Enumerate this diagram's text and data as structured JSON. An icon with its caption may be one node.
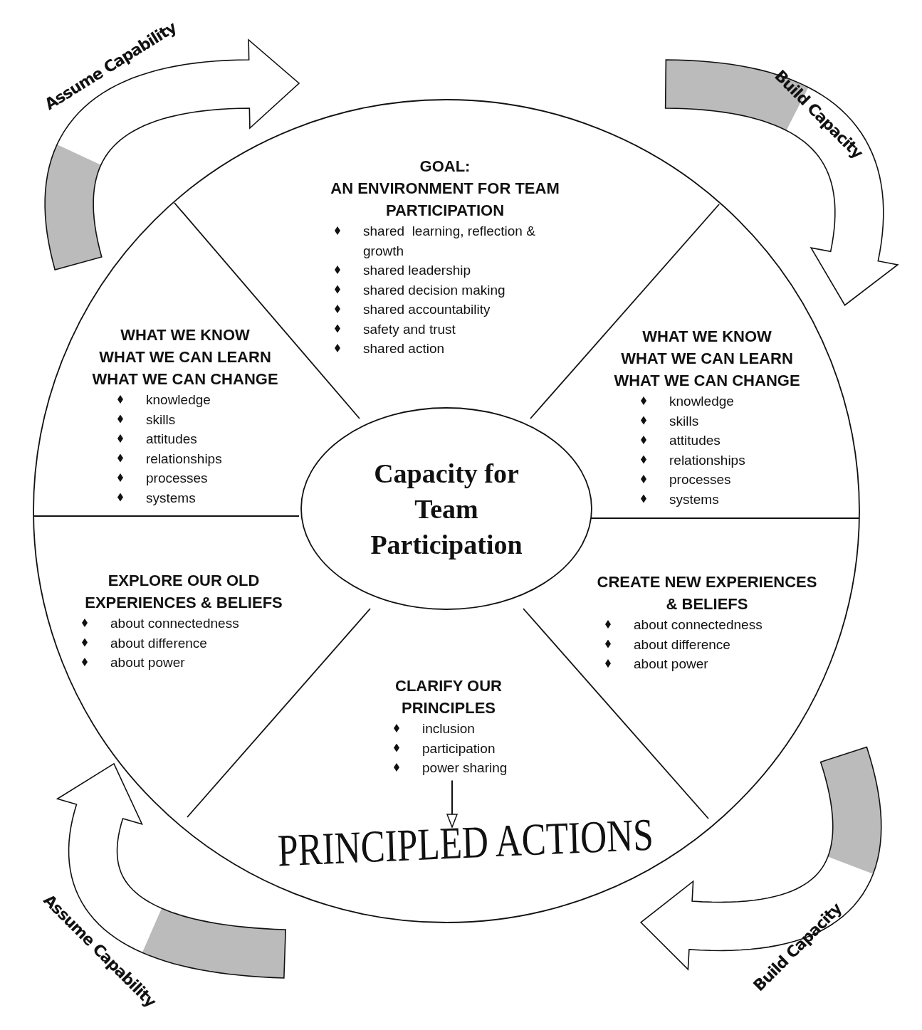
{
  "diagram": {
    "nodes": [
      {
        "text": [],
        "shape": "circle"
      },
      {
        "text": [
          "GOAL:",
          "AN ENVIRONMENT FOR TEAM PARTICIPATION",
          "shared  learning, reflection & growth",
          "shared leadership",
          "shared decision making",
          "shared accountability",
          "safety and trust",
          "shared action"
        ],
        "in": 0
      },
      {
        "text": [
          "WHAT WE KNOW",
          "WHAT WE CAN LEARN",
          "WHAT WE CAN CHANGE",
          "knowledge",
          "skills",
          "attitudes",
          "relationships",
          "processes",
          "systems"
        ],
        "in": 0
      },
      {
        "text": [
          "WHAT WE KNOW",
          "WHAT WE CAN LEARN",
          "WHAT WE CAN CHANGE",
          "knowledge",
          "skills",
          "attitudes",
          "relationships",
          "processes",
          "systems"
        ],
        "in": 0
      },
      {
        "text": [
          "EXPLORE OUR OLD EXPERIENCES & BELIEFS",
          "about connectedness",
          "about difference",
          "about power"
        ],
        "in": 0
      },
      {
        "text": [
          "CREATE NEW EXPERIENCES & BELIEFS",
          "about connectedness",
          "about difference",
          "about power"
        ],
        "in": 0
      },
      {
        "text": [
          "CLARIFY OUR PRINCIPLES",
          "inclusion",
          "participation",
          "power sharing"
        ],
        "in": 0
      },
      {
        "text": [
          "Capacity for Team Participation"
        ],
        "in": 0
      },
      {
        "text": [
          "PRINCIPLED ACTIONS"
        ],
        "in": 0
      }
    ],
    "edges": [
      {
        "from": 6,
        "to": 8,
        "arrow": "to"
      }
    ],
    "labels": [
      "Assume Capability",
      "Build Capacity",
      "Assume Capability",
      "Build Capacity"
    ]
  }
}
